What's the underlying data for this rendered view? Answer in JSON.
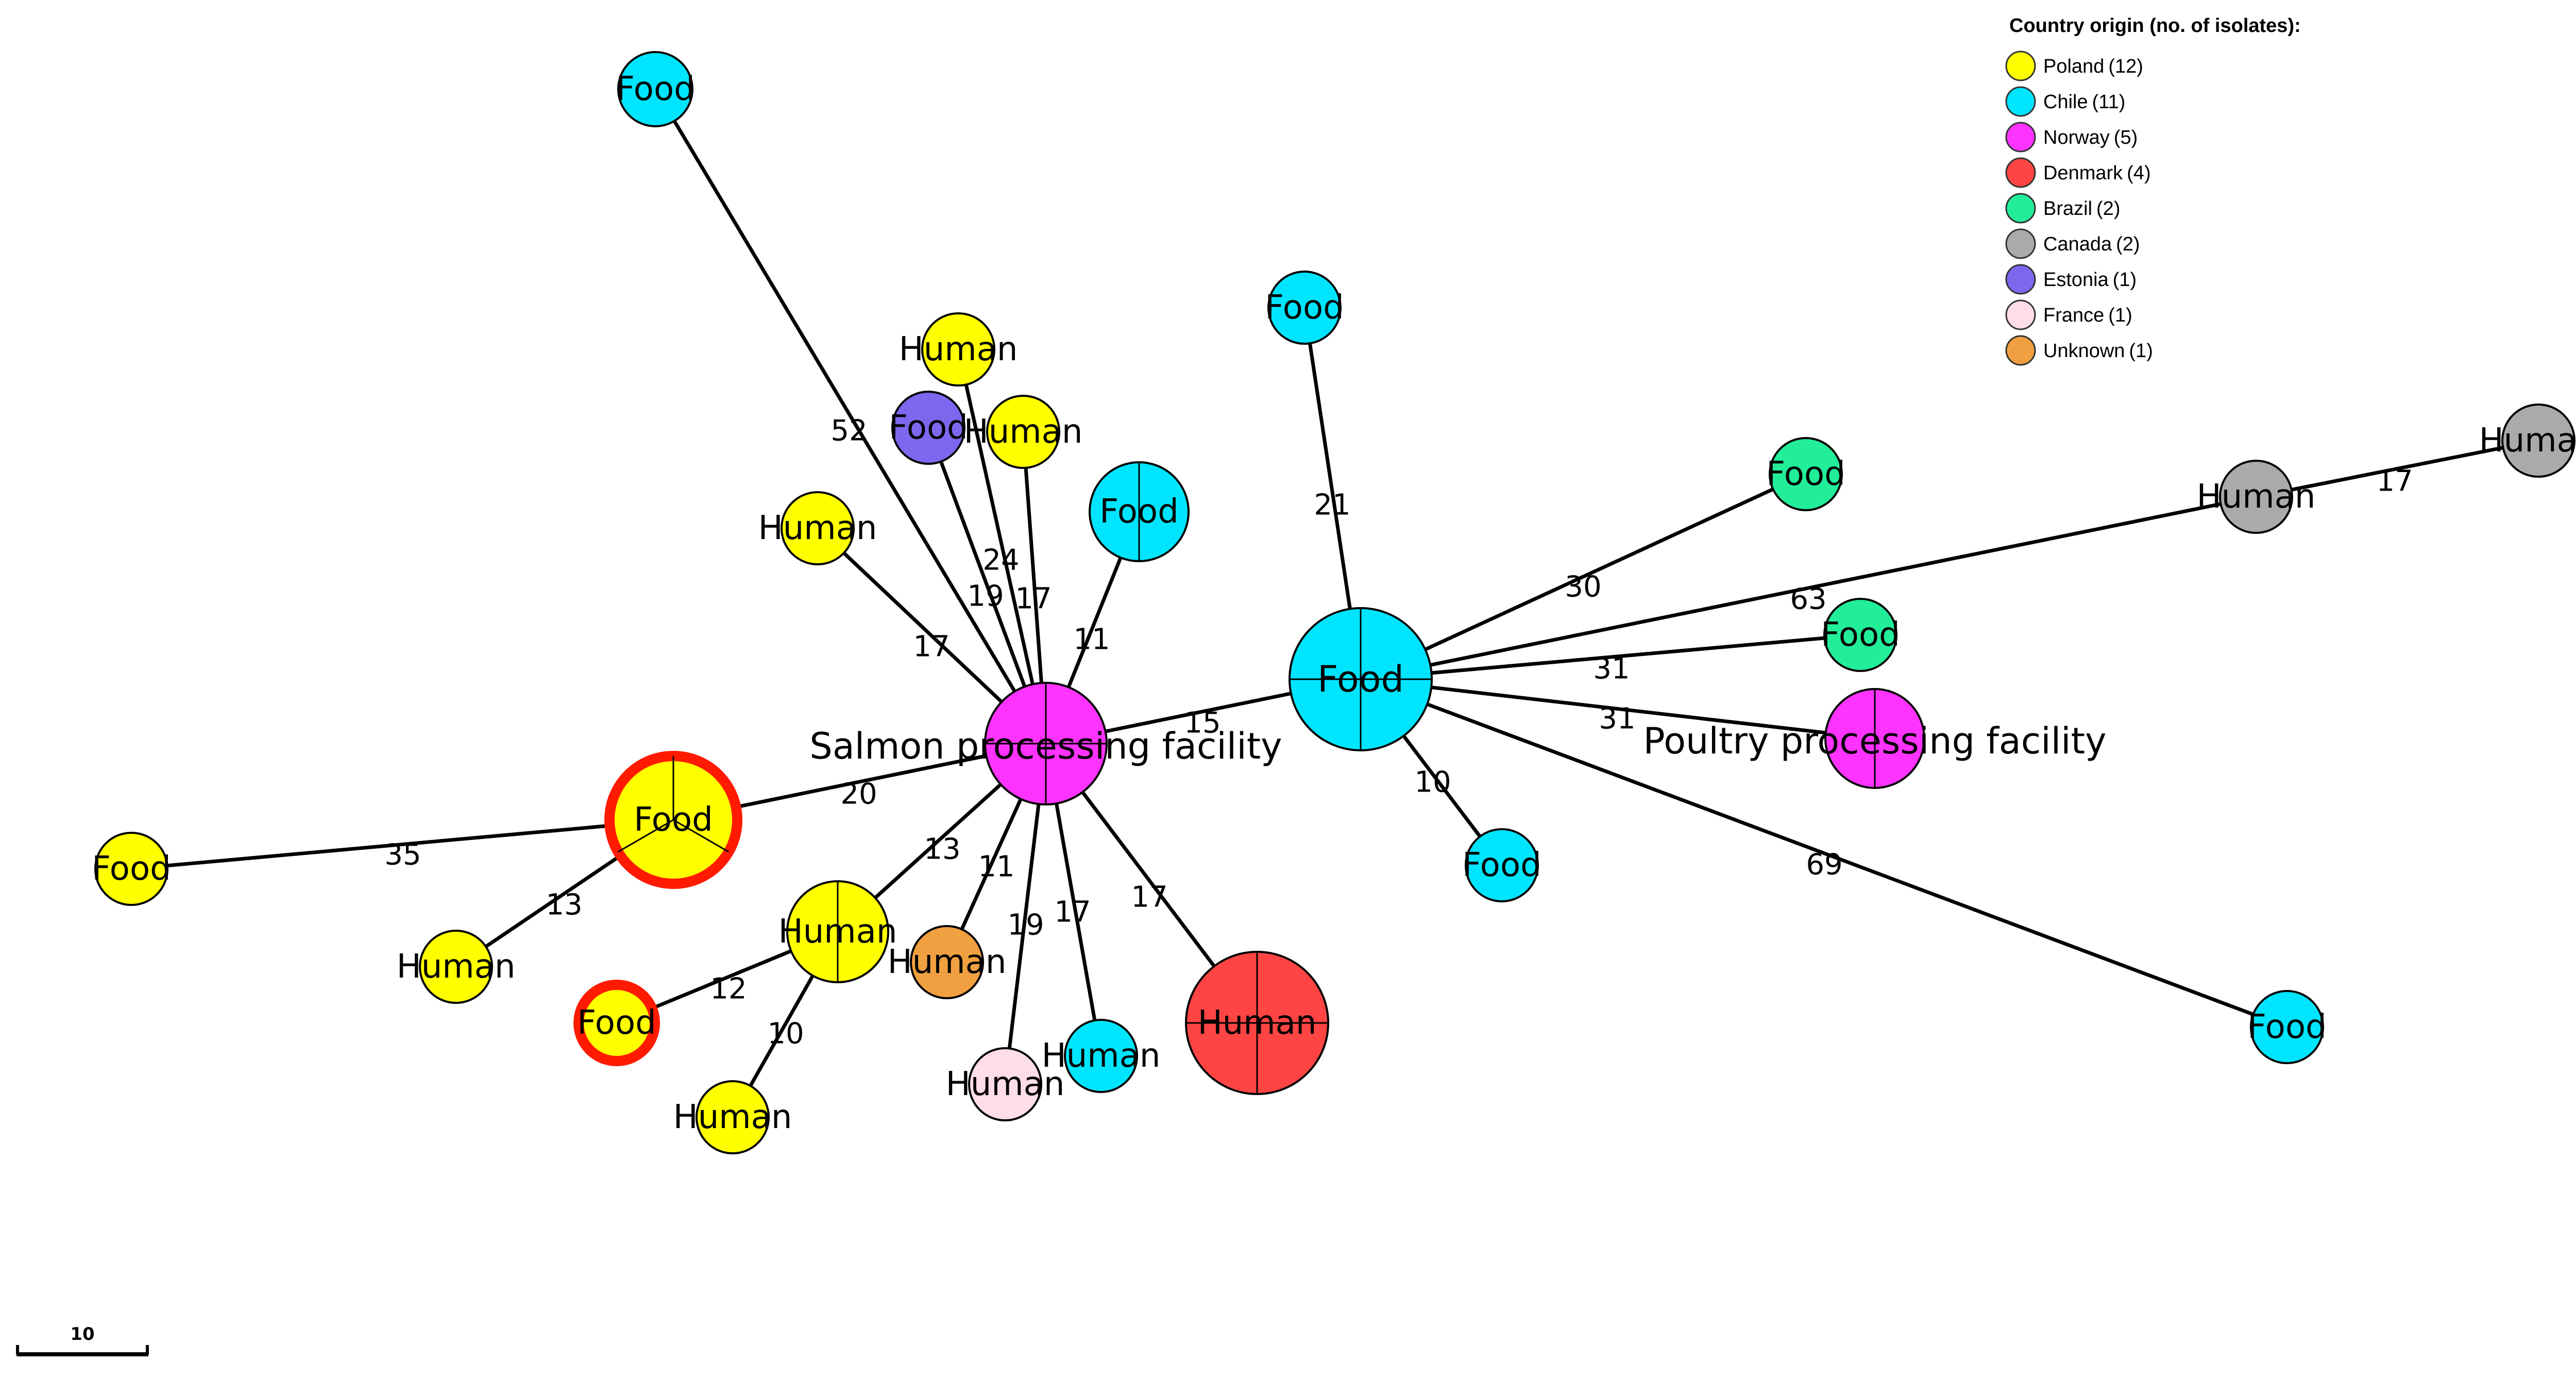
{
  "legend": {
    "title": "Country origin (no. of isolates):",
    "entries": [
      {
        "country": "Poland",
        "count": "(12)",
        "color": "#ffff00"
      },
      {
        "country": "Chile",
        "count": "(11)",
        "color": "#00e5ff"
      },
      {
        "country": "Norway",
        "count": "(5)",
        "color": "#ff33ff"
      },
      {
        "country": "Denmark",
        "count": "(4)",
        "color": "#ff4444"
      },
      {
        "country": "Brazil",
        "count": "(2)",
        "color": "#22ee99"
      },
      {
        "country": "Canada",
        "count": "(2)",
        "color": "#aaaaaa"
      },
      {
        "country": "Estonia",
        "count": "(1)",
        "color": "#7b68ee"
      },
      {
        "country": "France",
        "count": "(1)",
        "color": "#ffdde6"
      },
      {
        "country": "Unknown",
        "count": "(1)",
        "color": "#f0a040"
      }
    ]
  },
  "scale_bar": {
    "label": "10"
  },
  "nodes": {
    "salmon": {
      "label": "Salmon processing facility",
      "country": "Norway",
      "isolates": 4,
      "highlight": false
    },
    "chile_hub": {
      "label": "Food",
      "country": "Chile",
      "isolates": 4,
      "highlight": false
    },
    "poultry": {
      "label": "Poultry processing facility",
      "country": "Norway",
      "isolates": 2,
      "highlight": false
    },
    "food_top_left": {
      "label": "Food",
      "country": "Chile",
      "isolates": 1,
      "highlight": false
    },
    "food_estonia": {
      "label": "Food",
      "country": "Estonia",
      "isolates": 1,
      "highlight": false
    },
    "human_pl_top1": {
      "label": "Human",
      "country": "Poland",
      "isolates": 1,
      "highlight": false
    },
    "human_pl_top2": {
      "label": "Human",
      "country": "Poland",
      "isolates": 1,
      "highlight": false
    },
    "human_pl_left": {
      "label": "Human",
      "country": "Poland",
      "isolates": 1,
      "highlight": false
    },
    "food_chile_2": {
      "label": "Food",
      "country": "Chile",
      "isolates": 2,
      "highlight": false
    },
    "food_pl_big": {
      "label": "Food",
      "country": "Poland",
      "isolates": 3,
      "highlight": true
    },
    "food_pl_far": {
      "label": "Food",
      "country": "Poland",
      "isolates": 1,
      "highlight": false
    },
    "human_pl_1": {
      "label": "Human",
      "country": "Poland",
      "isolates": 1,
      "highlight": false
    },
    "human_pl_hub": {
      "label": "Human",
      "country": "Poland",
      "isolates": 2,
      "highlight": false
    },
    "food_pl_red": {
      "label": "Food",
      "country": "Poland",
      "isolates": 1,
      "highlight": true
    },
    "human_pl_bottom": {
      "label": "Human",
      "country": "Poland",
      "isolates": 1,
      "highlight": false
    },
    "human_unknown": {
      "label": "Human",
      "country": "Unknown",
      "isolates": 1,
      "highlight": false
    },
    "human_france": {
      "label": "Human",
      "country": "France",
      "isolates": 1,
      "highlight": false
    },
    "human_chile": {
      "label": "Human",
      "country": "Chile",
      "isolates": 1,
      "highlight": false
    },
    "human_denmark": {
      "label": "Human",
      "country": "Denmark",
      "isolates": 4,
      "highlight": false
    },
    "food_chile_top": {
      "label": "Food",
      "country": "Chile",
      "isolates": 1,
      "highlight": false
    },
    "food_brazil_1": {
      "label": "Food",
      "country": "Brazil",
      "isolates": 1,
      "highlight": false
    },
    "human_canada_1": {
      "label": "Human",
      "country": "Canada",
      "isolates": 1,
      "highlight": false
    },
    "human_canada_2": {
      "label": "Human",
      "country": "Canada",
      "isolates": 1,
      "highlight": false
    },
    "food_brazil_2": {
      "label": "Food",
      "country": "Brazil",
      "isolates": 1,
      "highlight": false
    },
    "food_chile_below": {
      "label": "Food",
      "country": "Chile",
      "isolates": 1,
      "highlight": false
    },
    "food_chile_far": {
      "label": "Food",
      "country": "Chile",
      "isolates": 1,
      "highlight": false
    }
  },
  "edges": [
    {
      "from": "salmon",
      "to": "food_top_left",
      "weight": "52"
    },
    {
      "from": "salmon",
      "to": "food_estonia",
      "weight": "19"
    },
    {
      "from": "salmon",
      "to": "human_pl_top1",
      "weight": "24"
    },
    {
      "from": "salmon",
      "to": "human_pl_top2",
      "weight": "17"
    },
    {
      "from": "salmon",
      "to": "human_pl_left",
      "weight": "17"
    },
    {
      "from": "salmon",
      "to": "food_chile_2",
      "weight": "11"
    },
    {
      "from": "salmon",
      "to": "chile_hub",
      "weight": "15"
    },
    {
      "from": "salmon",
      "to": "food_pl_big",
      "weight": "20"
    },
    {
      "from": "salmon",
      "to": "human_pl_hub",
      "weight": "13"
    },
    {
      "from": "salmon",
      "to": "human_unknown",
      "weight": "11"
    },
    {
      "from": "salmon",
      "to": "human_france",
      "weight": "19"
    },
    {
      "from": "salmon",
      "to": "human_chile",
      "weight": "17"
    },
    {
      "from": "salmon",
      "to": "human_denmark",
      "weight": "17"
    },
    {
      "from": "food_pl_big",
      "to": "food_pl_far",
      "weight": "35"
    },
    {
      "from": "food_pl_big",
      "to": "human_pl_1",
      "weight": "13"
    },
    {
      "from": "human_pl_hub",
      "to": "food_pl_red",
      "weight": "12"
    },
    {
      "from": "human_pl_hub",
      "to": "human_pl_bottom",
      "weight": "10"
    },
    {
      "from": "chile_hub",
      "to": "food_chile_top",
      "weight": "21"
    },
    {
      "from": "chile_hub",
      "to": "food_brazil_1",
      "weight": "30"
    },
    {
      "from": "chile_hub",
      "to": "human_canada_1",
      "weight": "63"
    },
    {
      "from": "human_canada_1",
      "to": "human_canada_2",
      "weight": "17"
    },
    {
      "from": "chile_hub",
      "to": "food_brazil_2",
      "weight": "31"
    },
    {
      "from": "chile_hub",
      "to": "poultry",
      "weight": "31"
    },
    {
      "from": "chile_hub",
      "to": "food_chile_below",
      "weight": "10"
    },
    {
      "from": "chile_hub",
      "to": "food_chile_far",
      "weight": "69"
    }
  ]
}
